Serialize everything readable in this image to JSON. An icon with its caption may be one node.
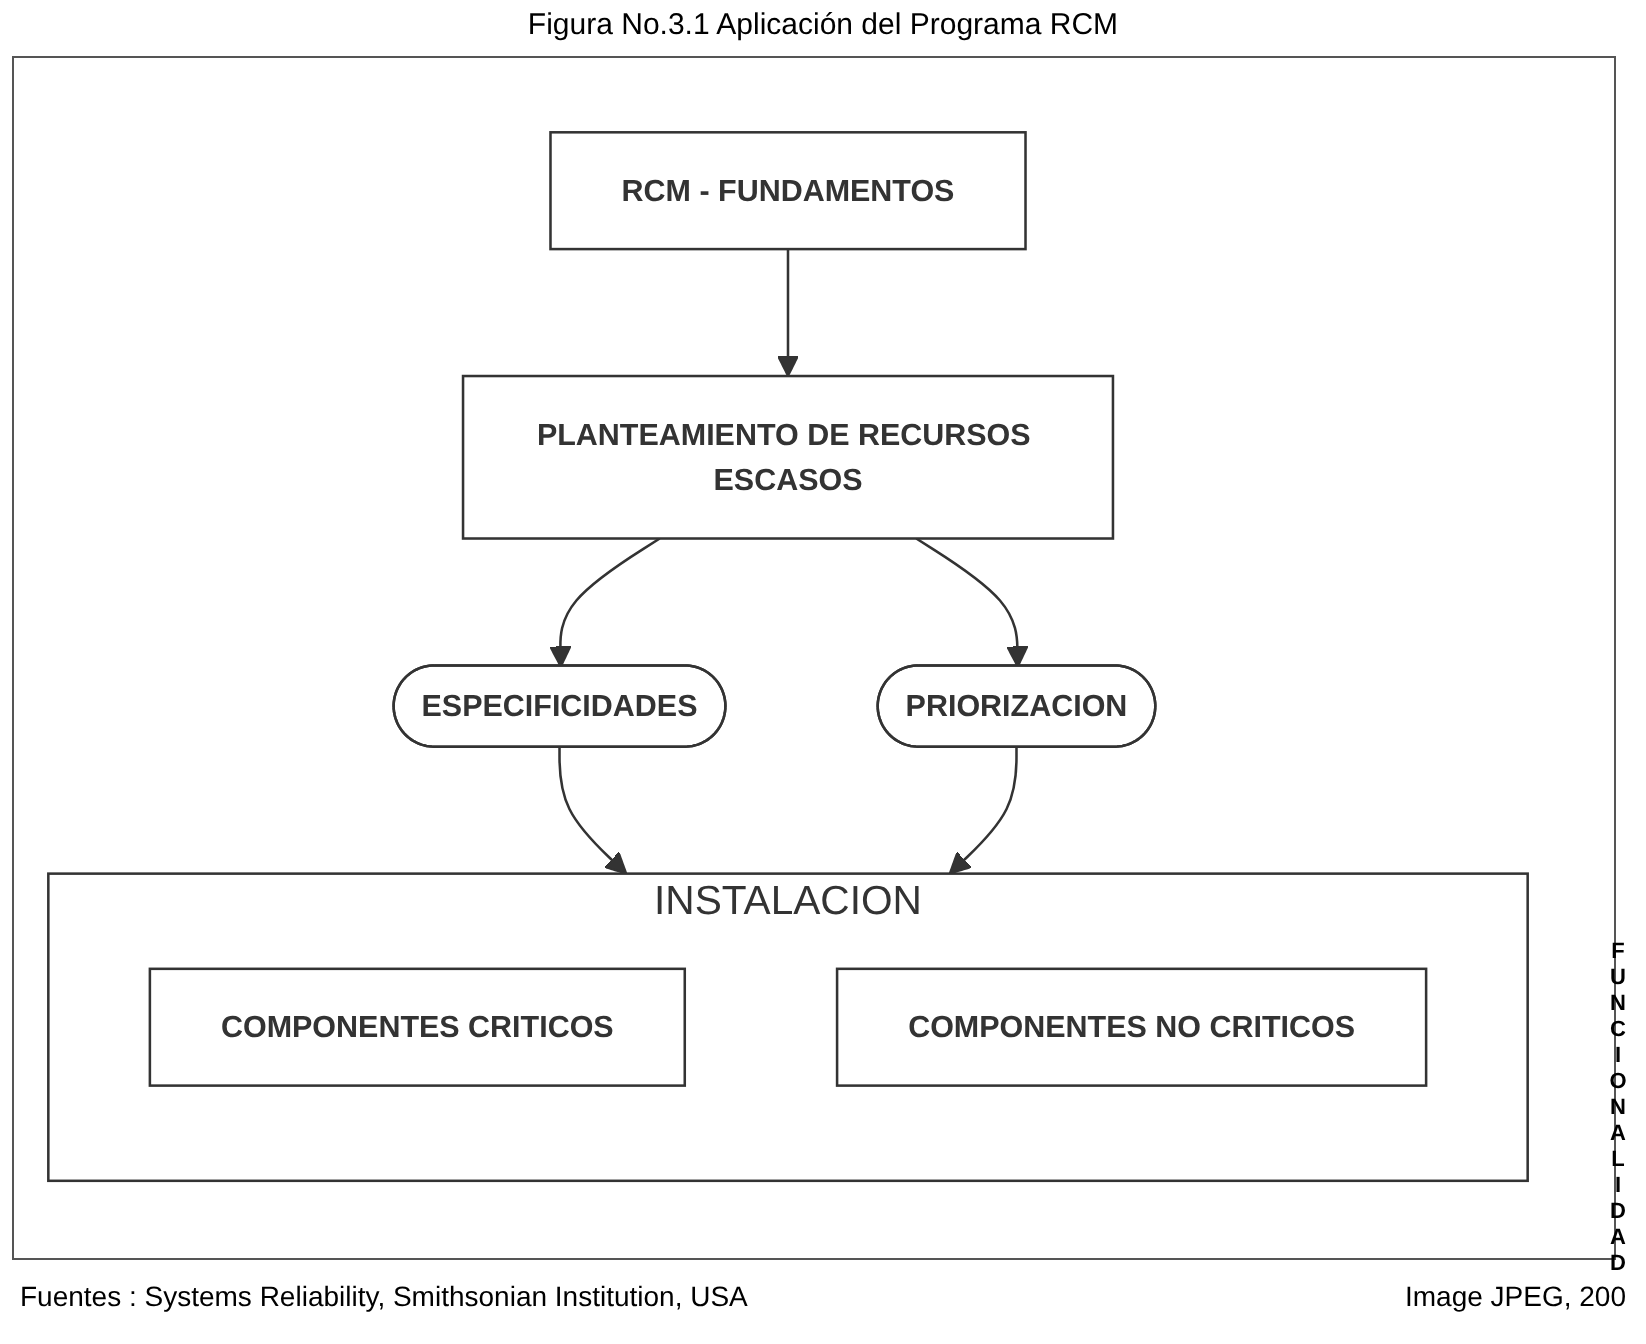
{
  "diagram": {
    "title": "Figura No.3.1 Aplicación del Programa RCM",
    "caption": "Fuentes : Systems Reliability, Smithsonian Institution, USA",
    "nodes": [
      {
        "text": [
          "RCM - FUNDAMENTOS"
        ]
      },
      {
        "text": [
          "PLANTEAMIENTO DE RECURSOS ESCASOS"
        ]
      },
      {
        "text": [
          "ESPECIFICIDADES"
        ]
      },
      {
        "text": [
          "PRIORIZACION"
        ]
      },
      {
        "text": [
          "INSTALACION"
        ]
      },
      {
        "text": [
          "COMPONENTES CRITICOS"
        ],
        "in": 4
      },
      {
        "text": [
          "COMPONENTES NO CRITICOS"
        ],
        "in": 4
      }
    ],
    "edges": [
      {
        "from": 0,
        "to": 1,
        "arrow": "to"
      },
      {
        "from": 1,
        "to": 2,
        "arrow": "to"
      },
      {
        "from": 1,
        "to": 3,
        "arrow": "to"
      },
      {
        "from": 2,
        "to": 4,
        "arrow": "to"
      },
      {
        "from": 3,
        "to": 4,
        "arrow": "to"
      }
    ],
    "labels": [
      "FUNCIONALIDAD",
      "Image JPEG, 200"
    ]
  }
}
